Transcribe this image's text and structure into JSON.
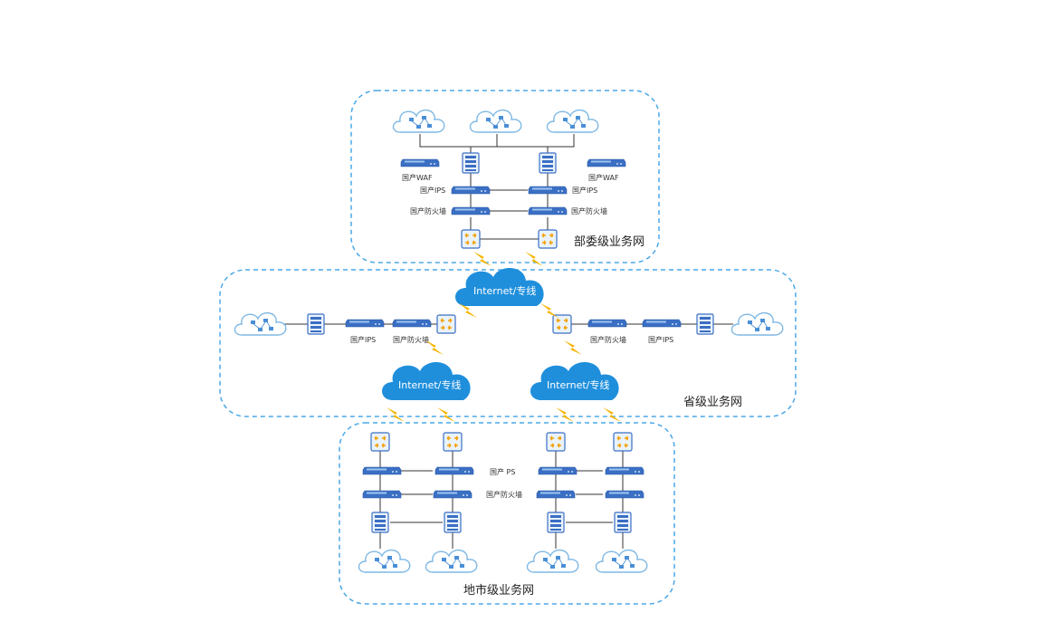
{
  "zones": {
    "ministry": "部委级业务网",
    "province": "省级业务网",
    "city": "地市级业务网"
  },
  "clouds": {
    "top": "Internet/专线",
    "left": "Internet/专线",
    "right": "Internet/专线"
  },
  "labels": {
    "m_waf_left": "国产WAF",
    "m_waf_right": "国产WAF",
    "m_ips_left": "国产IPS",
    "m_ips_right": "国产IPS",
    "m_fw_left": "国产防火墙",
    "m_fw_right": "国产防火墙",
    "p_ips_left": "国产IPS",
    "p_fw_left": "国产防火墙",
    "p_fw_right": "国产防火墙",
    "p_ips_right": "国产IPS",
    "c_ips": "国产 PS",
    "c_fw": "国产防火墙"
  },
  "colors": {
    "dash_border": "#4aa8e8",
    "cloud_fill": "#1f8fdc",
    "device_fill": "#3b6fc4",
    "bolt": "#f5b400",
    "line": "#333333"
  }
}
